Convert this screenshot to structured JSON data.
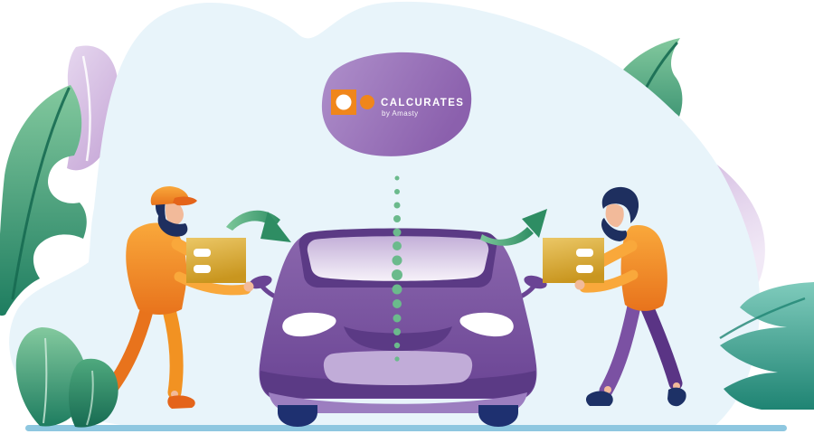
{
  "brand": {
    "name": "CALCURATES",
    "subtitle": "by Amasty"
  },
  "icons": {
    "logo_mark": "orange-square-with-white-dot-plus-orange-dot",
    "flow_in_arrow": "curved-arrow-down-right",
    "flow_out_arrow": "curved-arrow-up-right",
    "route": "vertical-dotted-line",
    "parcel": "golden-box-with-white-label-lines"
  },
  "colors": {
    "canvas": "#FFFFFF",
    "blob": "#E8F4FA",
    "ground": "#8EC7E0",
    "logo_blob_light": "#AF90CB",
    "logo_blob_dark": "#8B60AD",
    "logo_orange": "#F0861B",
    "logo_text": "#FFFFFF",
    "car_body_light": "#8B67AD",
    "car_body_dark": "#6A4494",
    "car_trim_dark": "#5B3A85",
    "car_glass_top": "#C3AFD8",
    "car_glass_bottom": "#F6F1F9",
    "car_bumper": "#C1ACD8",
    "car_skirt": "#9C7EC0",
    "wheel": "#1E3070",
    "dot_green": "#6BBA8C",
    "arrow_light": "#7CC79A",
    "arrow_dark": "#2E8D63",
    "leaf_light": "#83C99E",
    "leaf_dark": "#1E7D60",
    "leaf_mid": "#4FA97E",
    "leaf_deep": "#176B52",
    "teal_light": "#7FCBBC",
    "teal_dark": "#1F8473",
    "lavender_light": "#E6D7EF",
    "lavender_dark": "#C9ABD9",
    "vein_white": "#FFFFFF",
    "bush_vein": "#CFEBDC",
    "box_light": "#EBC766",
    "box_dark": "#C9961F",
    "box_label": "#FFFFFF",
    "uniform_orange": "#F29222",
    "uniform_orange_light": "#F9A83B",
    "uniform_orange_deep": "#E8731C",
    "shoe_orange": "#E4641A",
    "skin": "#F2BA9A",
    "hair_navy": "#1E2F5F",
    "pants_purple": "#7B51A3",
    "pants_purple_deep": "#5A3485",
    "shoe_navy": "#1D3166"
  }
}
